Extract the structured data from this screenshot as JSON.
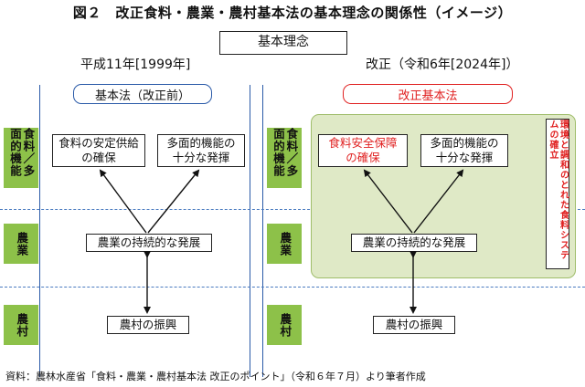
{
  "title": "図２　改正食料・農業・農村基本法の基本理念の関係性（イメージ）",
  "core_concept": "基本理念",
  "left": {
    "header": "平成11年[1999年]",
    "law_label": "基本法（改正前）",
    "food_node": "食料の安定供給\nの確保",
    "multi_node": "多面的機能の\n十分な発揮",
    "agri_node": "農業の持続的な発展",
    "village_node": "農村の振興"
  },
  "right": {
    "header": "改正（令和6年[2024年]）",
    "law_label": "改正基本法",
    "food_node": "食料安全保障\nの確保",
    "multi_node": "多面的機能の\n十分な発揮",
    "agri_node": "農業の持続的な発展",
    "village_node": "農村の振興",
    "side_label": "環境と調和のとれた食料システムの確立"
  },
  "row_labels": {
    "food_multi": "食料／多面的機能",
    "agri": "農業",
    "village": "農村"
  },
  "source": "資料：農林水産省「食料・農業・農村基本法 改正のポイント」（令和６年７月）より筆者作成",
  "colors": {
    "row_label_bg": "#8dc149",
    "panel_bg": "#dfe9c6",
    "accent_red": "#e02020",
    "accent_blue": "#2a5aa8"
  }
}
